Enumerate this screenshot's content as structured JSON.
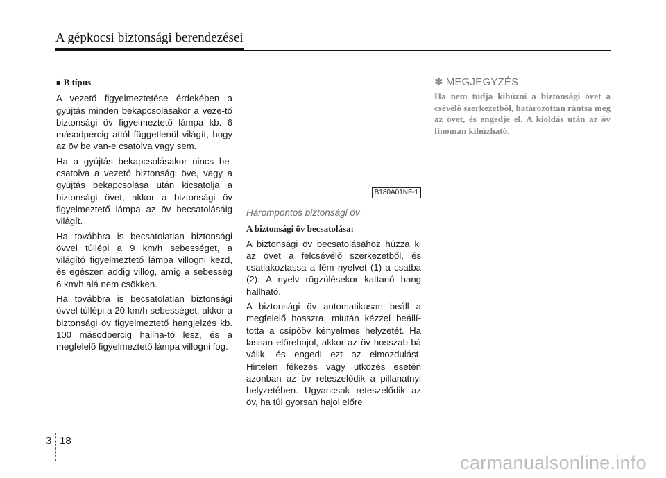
{
  "header": {
    "title": "A gépkocsi biztonsági berendezései"
  },
  "col1": {
    "subhead": "B típus",
    "paragraphs": [
      "A vezető figyelmeztetése érdekében a gyújtás minden bekapcsolásakor a veze-tő biztonsági öv figyelmeztető lámpa kb. 6 másodpercig attól függetlenül világít, hogy az öv be van-e csatolva vagy sem.",
      "Ha a gyújtás bekapcsolásakor nincs be-csatolva a vezető biztonsági öve, vagy a gyújtás bekapcsolása után kicsatolja a biztonsági övet, akkor a biztonsági öv figyelmeztető lámpa az öv becsatolásáig világít.",
      "Ha továbbra is becsatolatlan biztonsági övvel túllépi a 9 km/h sebességet, a világító figyelmeztető lámpa villogni kezd, és egészen addig villog, amíg a sebesség 6 km/h alá nem csökken.",
      "Ha továbbra is becsatolatlan biztonsági övvel túllépi a 20 km/h sebességet, akkor a biztonsági öv figyelmeztető hangjelzés kb. 100 másodpercig hallha-tó lesz, és a megfelelő figyelmeztető lámpa villogni fog."
    ]
  },
  "col2": {
    "image_code": "B180A01NF-1",
    "section_title": "Hárompontos biztonsági öv",
    "subhead": "A biztonsági öv becsatolása:",
    "paragraphs": [
      "A biztonsági öv becsatolásához húzza ki az övet a felcsévélő szerkezetből, és csatlakoztassa a fém nyelvet (1) a csatba (2). A nyelv rögzülésekor kattanó hang hallható.",
      "A biztonsági öv automatikusan beáll a megfelelő hosszra, miután kézzel beállí-totta a csípőöv kényelmes helyzetét. Ha lassan előrehajol, akkor az öv hosszab-bá válik, és engedi ezt az elmozdulást. Hirtelen fékezés vagy ütközés esetén azonban az öv reteszelődik a pillanatnyi helyzetében. Ugyancsak reteszelődik az öv, ha túl gyorsan hajol előre."
    ]
  },
  "col3": {
    "note_symbol": "✽",
    "note_title": "MEGJEGYZÉS",
    "note_text": "Ha nem tudja kihúzni a biztonsági övet a csévélő szerkezetből, határozottan rántsa meg az övet, és engedje el. A kioldás után az öv finoman kihúzható."
  },
  "footer": {
    "chapter": "3",
    "page": "18"
  },
  "watermark": "carmanualsonline.info"
}
